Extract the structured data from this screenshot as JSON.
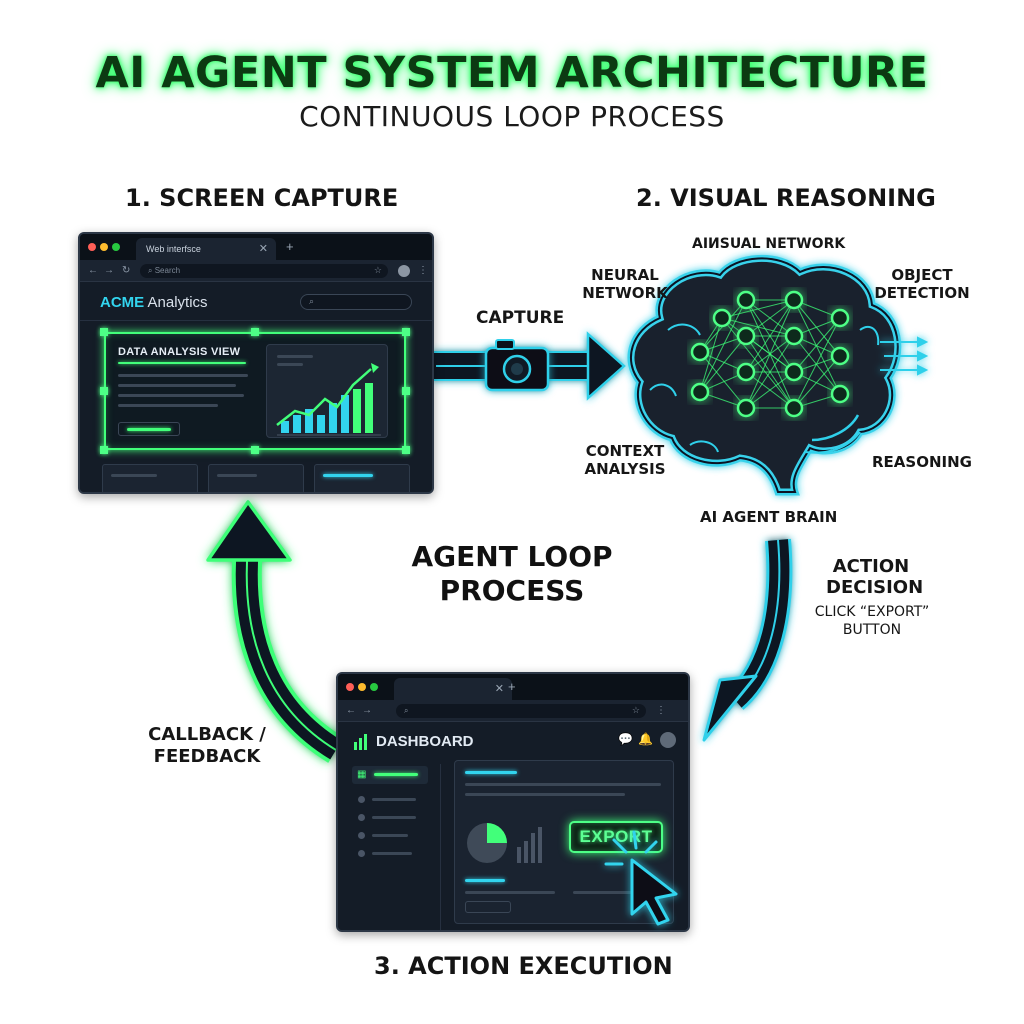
{
  "header": {
    "title": "AI AGENT SYSTEM ARCHITECTURE",
    "subtitle": "CONTINUOUS LOOP PROCESS"
  },
  "stages": {
    "capture": "1. SCREEN CAPTURE",
    "reasoning": "2. VISUAL REASONING",
    "execution": "3. ACTION EXECUTION"
  },
  "center": {
    "line1": "AGENT LOOP",
    "line2": "PROCESS"
  },
  "arrows": {
    "capture": "CAPTURE",
    "action_decision_1": "ACTION",
    "action_decision_2": "DECISION",
    "click_export_1": "CLICK “EXPORT”",
    "click_export_2": "BUTTON",
    "feedback_1": "CALLBACK /",
    "feedback_2": "FEEDBACK"
  },
  "brain": {
    "top_label": "AIИSUAL NETWORK",
    "neural_1": "NEURAL",
    "neural_2": "NETWORK",
    "object_1": "OBJECT",
    "object_2": "DETECTION",
    "context_1": "CONTEXT",
    "context_2": "ANALYSIS",
    "reasoning": "REASONING",
    "caption": "AI AGENT BRAIN"
  },
  "window1": {
    "tab_title": "Web interfsce",
    "search_placeholder": "Search",
    "brand_accent": "ACME",
    "brand_rest": " Analytics",
    "panel_title": "DATA ANALYSIS VIEW"
  },
  "window2": {
    "app_title": "DASHBOARD",
    "export_label": "EXPORT"
  },
  "colors": {
    "neon_green": "#3dff78",
    "neon_cyan": "#32d4ee",
    "window_bg": "#101722"
  },
  "icons": [
    "camera-icon",
    "brain-icon",
    "cursor-icon",
    "pie-chart-icon",
    "bar-chart-icon",
    "bell-icon",
    "chat-icon"
  ]
}
